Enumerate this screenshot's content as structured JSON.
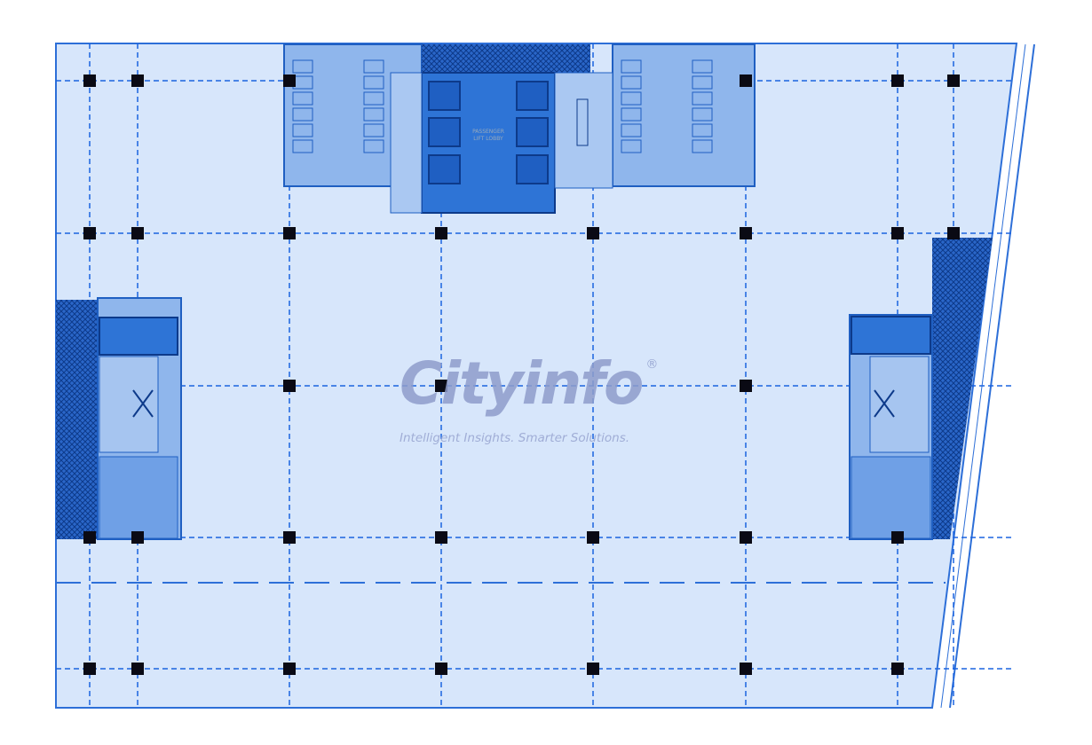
{
  "plan": {
    "core_label": "PASSENGER LIFT LOBBY",
    "colors": {
      "floor": "#d7e6fb",
      "core": "#2e74d6",
      "core_dark": "#1f5fc2",
      "grid": "#1a63e0",
      "column": "#0a0a14",
      "outline": "#2d6fd8"
    }
  },
  "watermark": {
    "brand": "Cityinfo",
    "registered": "®",
    "tagline": "Intelligent Insights. Smarter Solutions."
  }
}
